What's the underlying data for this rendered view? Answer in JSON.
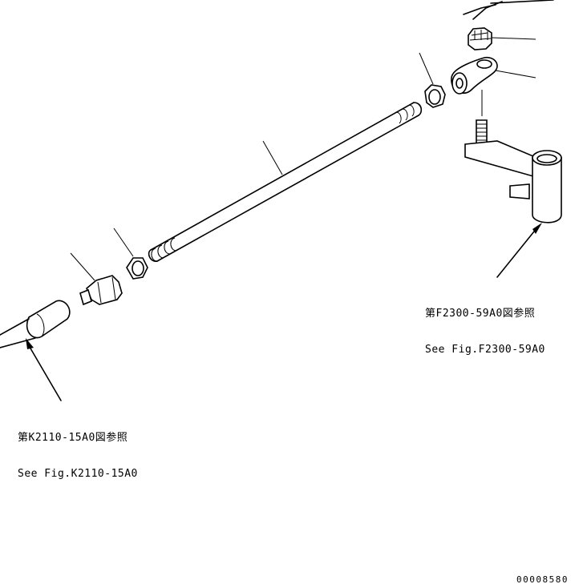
{
  "callouts": {
    "right_ref_jp": "第F2300-59A0図参照",
    "right_ref_en": "See Fig.F2300-59A0",
    "left_ref_jp": "第K2110-15A0図参照",
    "left_ref_en": "See Fig.K2110-15A0"
  },
  "drawing_number": "00008580",
  "colors": {
    "line": "#000000",
    "background": "#ffffff"
  }
}
